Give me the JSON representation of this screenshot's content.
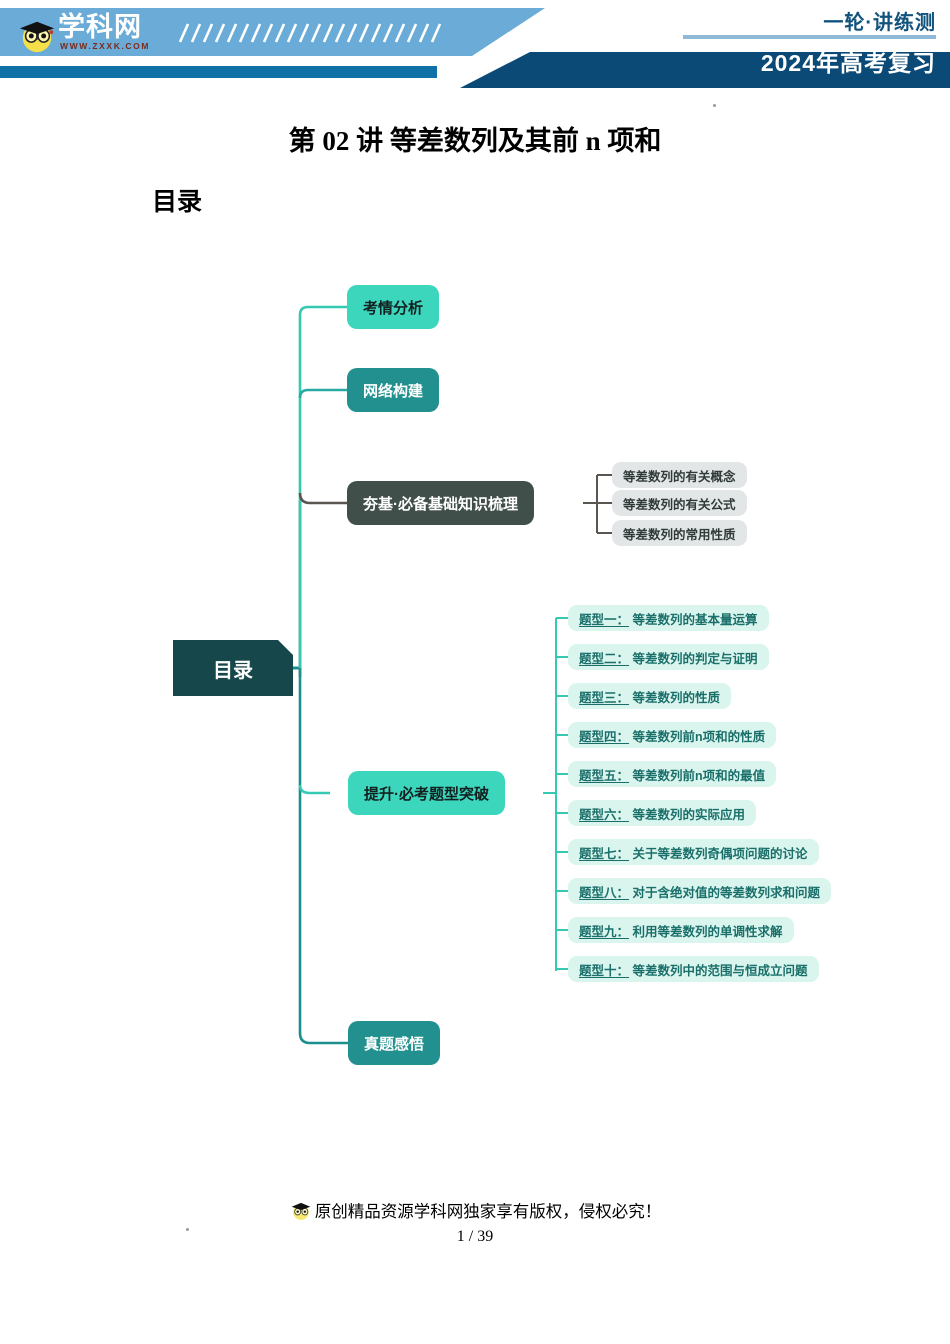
{
  "header": {
    "logo_text": "学科网",
    "logo_url": "WWW.ZXXK.COM",
    "tag_top": "一轮·讲练测",
    "tag_bottom": "2024年高考复习",
    "colors": {
      "light_blue": "#6aabd8",
      "navy": "#0b4a77",
      "mid_blue": "#1170a5",
      "rule": "#8fb9d6",
      "tag_top_color": "#12537e"
    }
  },
  "title": "第 02 讲 等差数列及其前 n 项和",
  "subheading": "目录",
  "mindmap": {
    "root": {
      "label": "目录",
      "color": "#16474a",
      "text_color": "#ffffff"
    },
    "branches": [
      {
        "label": "考情分析",
        "color": "#3cd6bd",
        "text_color": "#12201f",
        "children": []
      },
      {
        "label": "网络构建",
        "color": "#22908e",
        "text_color": "#ffffff",
        "children": []
      },
      {
        "label": "夯基·必备基础知识梳理",
        "color": "#414f4b",
        "text_color": "#ffffff",
        "children": [
          "等差数列的有关概念",
          "等差数列的有关公式",
          "等差数列的常用性质"
        ]
      },
      {
        "label": "提升·必考题型突破",
        "color": "#3cd6bd",
        "text_color": "#12201f",
        "children": [
          {
            "tag": "题型一：",
            "text": "等差数列的基本量运算"
          },
          {
            "tag": "题型二：",
            "text": "等差数列的判定与证明"
          },
          {
            "tag": "题型三：",
            "text": "等差数列的性质"
          },
          {
            "tag": "题型四：",
            "text": "等差数列前n项和的性质"
          },
          {
            "tag": "题型五：",
            "text": "等差数列前n项和的最值"
          },
          {
            "tag": "题型六：",
            "text": "等差数列的实际应用"
          },
          {
            "tag": "题型七：",
            "text": "关于等差数列奇偶项问题的讨论"
          },
          {
            "tag": "题型八：",
            "text": "对于含绝对值的等差数列求和问题"
          },
          {
            "tag": "题型九：",
            "text": "利用等差数列的单调性求解"
          },
          {
            "tag": "题型十：",
            "text": "等差数列中的范围与恒成立问题"
          }
        ]
      },
      {
        "label": "真题感悟",
        "color": "#22908e",
        "text_color": "#ffffff",
        "children": []
      }
    ]
  },
  "footer": {
    "copyright": "原创精品资源学科网独家享有版权，侵权必究！",
    "page": "1 / 39"
  }
}
